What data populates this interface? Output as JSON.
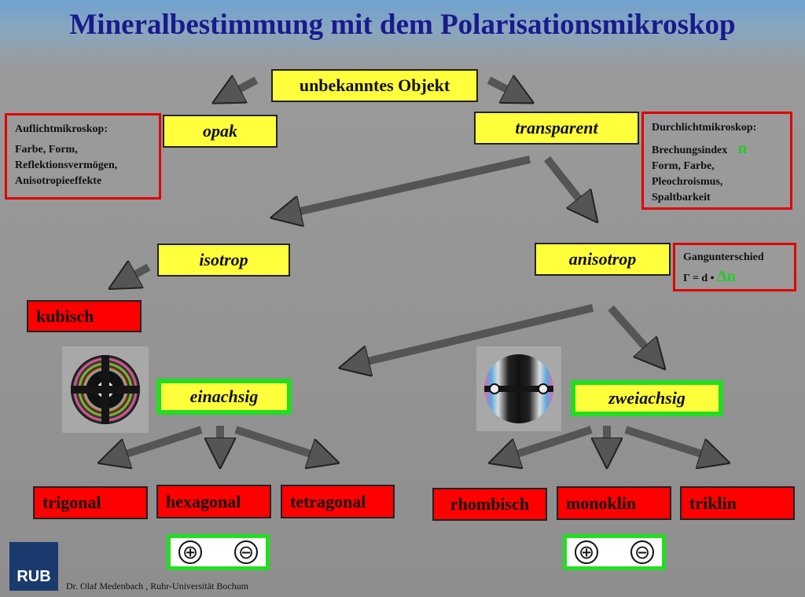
{
  "title": "Mineralbestimmung mit dem Polarisationsmikroskop",
  "nodes": {
    "root": "unbekanntes Objekt",
    "opak": "opak",
    "transparent": "transparent",
    "isotrop": "isotrop",
    "anisotrop": "anisotrop",
    "kubisch": "kubisch",
    "einachsig": "einachsig",
    "zweiachsig": "zweiachsig",
    "trigonal": "trigonal",
    "hexagonal": "hexagonal",
    "tetragonal": "tetragonal",
    "rhombisch": "rhombisch",
    "monoklin": "monoklin",
    "triklin": "triklin"
  },
  "info": {
    "auflicht": {
      "heading": "Auflichtmikroskop:",
      "lines": [
        "Farbe, Form,",
        "Reflektionsvermögen,",
        "Anisotropieeffekte"
      ]
    },
    "durchlicht": {
      "heading": "Durchlichtmikroskop:",
      "line1": "Brechungsindex",
      "symbol": "n",
      "lines": [
        "Form, Farbe,",
        "Pleochroismus,",
        "Spaltbarkeit"
      ]
    },
    "gangunterschied": {
      "heading": "Gangunterschied",
      "formula": "Γ = d •",
      "symbol": "Δn"
    }
  },
  "signs": {
    "plus": "⊕",
    "minus": "⊖"
  },
  "logo": "RUB",
  "credit": "Dr. Olaf Medenbach , Ruhr-Universität Bochum",
  "colors": {
    "node_yellow": "#ffff3c",
    "leaf_red": "#ff0000",
    "highlight_green": "#22dd22",
    "title_blue": "#1a1a8c"
  }
}
